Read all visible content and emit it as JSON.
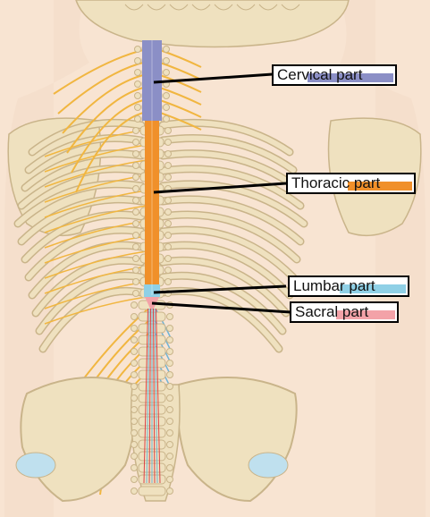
{
  "labels": {
    "cervical": "Cervical part",
    "thoracic": "Thoracic part",
    "lumbar": "Lumbar part",
    "sacral": "Sacral part"
  },
  "colors": {
    "background": "#f7e4d2",
    "bone": "#efe1bf",
    "bone_outline": "#c9b48a",
    "cervical": "#8b8fc6",
    "thoracic": "#f0902a",
    "lumbar": "#8fd0e6",
    "sacral": "#f3a2a8",
    "nerve": "#f1b640",
    "nerve_blue": "#6fb4d6",
    "nerve_red": "#d9434a"
  }
}
